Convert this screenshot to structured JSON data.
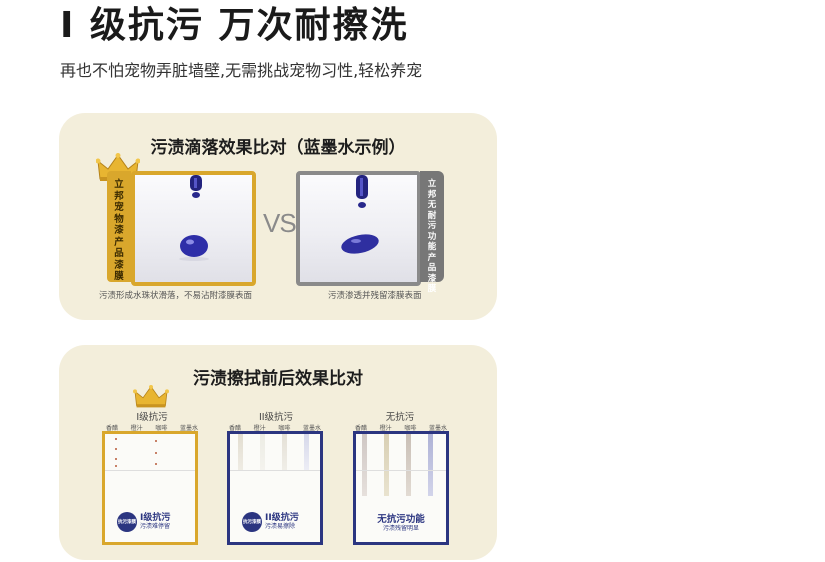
{
  "header": {
    "title": "I 级抗污 万次耐擦洗",
    "subtitle": "再也不怕宠物弄脏墙壁,无需挑战宠物习性,轻松养宠"
  },
  "droplet_panel": {
    "title": "污渍滴落效果比对（蓝墨水示例）",
    "left_tag": "立邦宠物漆产品漆膜",
    "right_tag": "立邦无耐污功能产品漆膜",
    "vs_label": "VS",
    "left_caption": "污渍形成水珠状滑落，不易沾附漆膜表面",
    "right_caption": "污渍渗透并残留漆膜表面"
  },
  "wipe_panel": {
    "title": "污渍擦拭前后效果比对",
    "stain_columns": [
      "香醋",
      "橙汁",
      "咖啡",
      "蓝墨水"
    ],
    "swatches": [
      {
        "grade": "I级抗污",
        "badge_main": "I级抗污",
        "badge_sub": "污渍难停留",
        "badge_emblem": "抗污漆膜"
      },
      {
        "grade": "II级抗污",
        "badge_main": "II级抗污",
        "badge_sub": "污渍易擦除",
        "badge_emblem": "抗污漆膜"
      },
      {
        "grade": "无抗污",
        "badge_main": "无抗污功能",
        "badge_sub": "污渍残留明显"
      }
    ]
  },
  "colors": {
    "gold": "#d9a72c",
    "navy": "#2b3580",
    "panel_bg": "#f3eedb",
    "ink_blue": "#2e2ea8"
  }
}
